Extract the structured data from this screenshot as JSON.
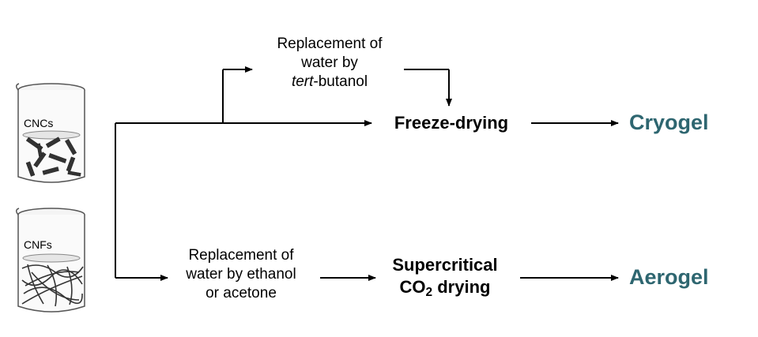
{
  "beakers": {
    "cnc_label": "CNCs",
    "cnf_label": "CNFs"
  },
  "steps": {
    "tba_line1": "Replacement of",
    "tba_line2": "water by",
    "tba_italic": "tert",
    "tba_rest": "-butanol",
    "solvent_line1": "Replacement of",
    "solvent_line2": "water by ethanol",
    "solvent_line3": "or acetone"
  },
  "processes": {
    "freeze": "Freeze-drying",
    "scd_line1": "Supercritical",
    "scd_co": "CO",
    "scd_sub": "2",
    "scd_rest": " drying"
  },
  "products": {
    "cryogel": "Cryogel",
    "aerogel": "Aerogel",
    "color": "#2e6670"
  }
}
